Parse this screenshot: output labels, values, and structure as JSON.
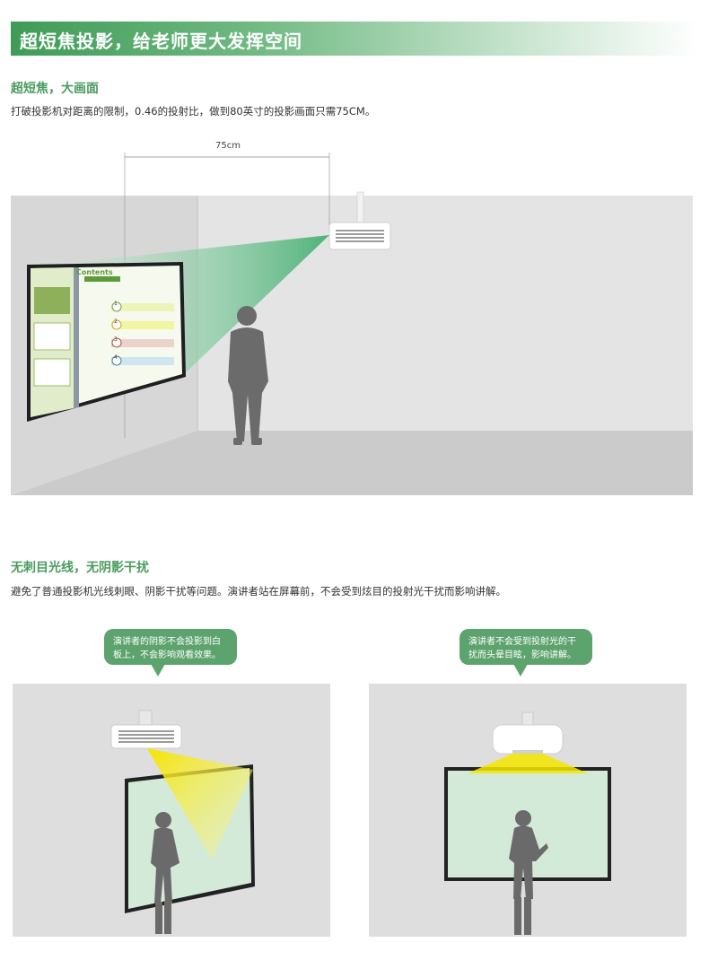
{
  "banner": {
    "title": "超短焦投影，给老师更大发挥空间"
  },
  "section1": {
    "title": "超短焦，大画面",
    "text": "打破投影机对距离的限制，0.46的投射比，做到80英寸的投影画面只需75CM。",
    "dimension_label": "75cm",
    "screen": {
      "heading": "Contents",
      "items": [
        "1",
        "2",
        "3",
        "4"
      ]
    }
  },
  "section2": {
    "title": "无刺目光线，无阴影干扰",
    "text": "避免了普通投影机光线刺眼、阴影干扰等问题。演讲者站在屏幕前，不会受到炫目的投射光干扰而影响讲解。",
    "bubble_left": "演讲者的阴影不会投影到白板上，不会影响观看效果。",
    "bubble_right": "演讲者不会受到投射光的干扰而头晕目眩，影响讲解。"
  },
  "colors": {
    "accent_green": "#4a9c5e",
    "bubble_green": "#5da36d",
    "wall_gray": "#e2e2e2",
    "floor_gray": "#c9c9c9",
    "beam_green": "#5fbf85",
    "beam_yellow": "#f4e600",
    "screen_green": "#d4ead9"
  }
}
